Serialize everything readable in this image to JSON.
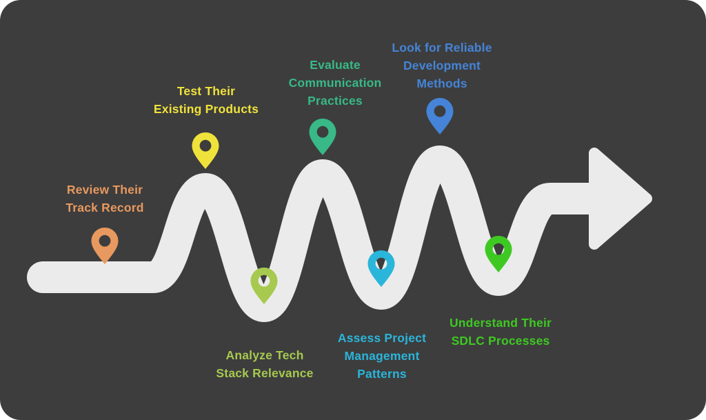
{
  "canvas": {
    "page_background": "#ffffff",
    "background": "#3d3d3d"
  },
  "road": {
    "color": "#ebebeb"
  },
  "steps": [
    {
      "id": 1,
      "label": "Review Their\nTrack Record",
      "color": "#e8995f"
    },
    {
      "id": 2,
      "label": "Test Their\nExisting Products",
      "color": "#efe23b"
    },
    {
      "id": 3,
      "label": "Analyze Tech\nStack Relevance",
      "color": "#a6c94f"
    },
    {
      "id": 4,
      "label": "Evaluate\nCommunication\nPractices",
      "color": "#38b987"
    },
    {
      "id": 5,
      "label": "Assess Project\nManagement\nPatterns",
      "color": "#2ab5da"
    },
    {
      "id": 6,
      "label": "Look for Reliable\nDevelopment\nMethods",
      "color": "#4584d8"
    },
    {
      "id": 7,
      "label": "Understand Their\nSDLC Processes",
      "color": "#3ec922"
    }
  ]
}
